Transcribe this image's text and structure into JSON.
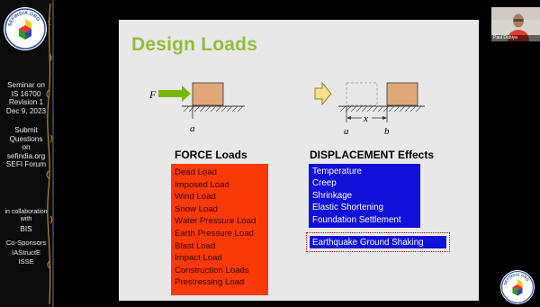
{
  "sidebar": {
    "logo_text": "SEFINDIA.ORG",
    "seminar_lines": [
      "Seminar on",
      "IS 16700",
      "Revision 1",
      "Dec 9, 2023"
    ],
    "submit_lines": [
      "Submit",
      "Questions",
      "on",
      "sefindia.org",
      "SEFI Forum"
    ],
    "collab_line": "in collaboration with",
    "collab_org": "BIS",
    "cosponsor_label": "Co-Sponsors",
    "cosponsors": [
      "IAStructE",
      "ISSE"
    ]
  },
  "slide": {
    "title": "Design Loads",
    "force_diagram": {
      "force_symbol": "F",
      "support_label": "a"
    },
    "displacement_diagram": {
      "label_a": "a",
      "label_b": "b",
      "distance_label": "x"
    },
    "force_heading": "FORCE Loads",
    "force_items": [
      "Dead Load",
      "Imposed Load",
      "Wind Load",
      "Snow Load",
      "Water Pressure Load",
      "Earth Pressure Load",
      "Blast Load",
      "Impact Load",
      "Construction Loads",
      "Prestressing Load"
    ],
    "displacement_heading": "DISPLACEMENT Effects",
    "displacement_items": [
      "Temperature",
      "Creep",
      "Shrinkage",
      "Elastic Shortening",
      "Foundation Settlement"
    ],
    "highlight_item": "Earthquake Ground Shaking"
  },
  "video": {
    "participant_name": "Paul Dahiya"
  },
  "corner_logo_text": "SEFINDIA.ORG",
  "colors": {
    "title_green": "#8fbf3a",
    "force_red": "#f93a08",
    "displacement_blue": "#1010d8",
    "block_tan": "#e0a878",
    "arrow_green": "#7ab800"
  }
}
